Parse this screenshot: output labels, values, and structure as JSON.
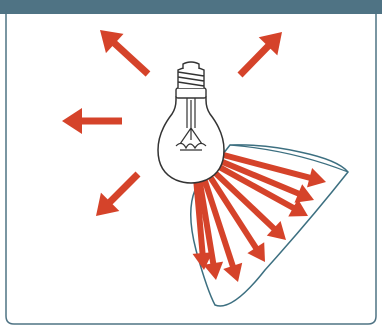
{
  "diagram": {
    "colors": {
      "header": "#4f7384",
      "frame": "#4f7384",
      "arrow": "#d5432a",
      "bulb_line": "#333333",
      "cone_line": "#3c6f80",
      "background": "#ffffff"
    },
    "icons": {
      "bulb": "light-bulb-icon",
      "shade": "lamp-shade-cone"
    },
    "free_arrow_directions": [
      "up-left",
      "up-right",
      "left",
      "down-left"
    ],
    "reflected_arrow_count": 8
  }
}
